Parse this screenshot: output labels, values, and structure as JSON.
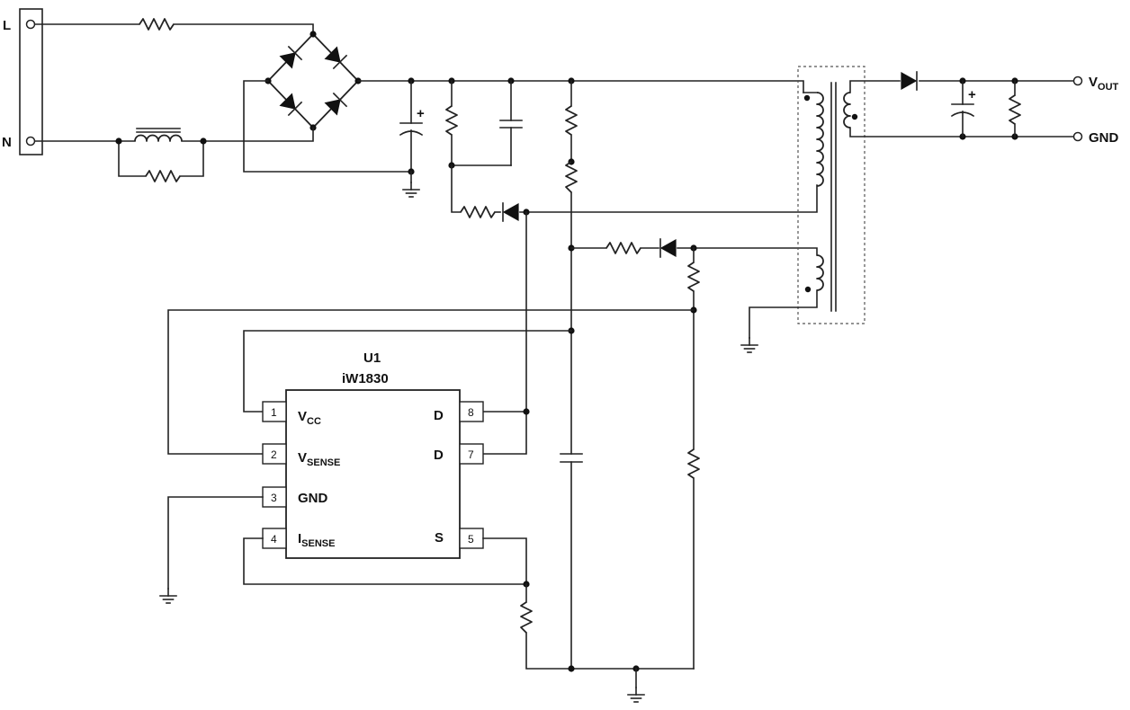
{
  "input": {
    "line_label": "L",
    "neutral_label": "N"
  },
  "output": {
    "vout_main": "V",
    "vout_sub": "OUT",
    "gnd_label": "GND"
  },
  "ic": {
    "ref": "U1",
    "part": "iW1830",
    "pins": [
      {
        "num": "1",
        "main": "V",
        "sub": "CC"
      },
      {
        "num": "2",
        "main": "V",
        "sub": "SENSE"
      },
      {
        "num": "3",
        "main": "GND",
        "sub": ""
      },
      {
        "num": "4",
        "main": "I",
        "sub": "SENSE"
      },
      {
        "num": "8",
        "main": "D",
        "sub": ""
      },
      {
        "num": "7",
        "main": "D",
        "sub": ""
      },
      {
        "num": "5",
        "main": "S",
        "sub": ""
      }
    ]
  },
  "markers": {
    "plus": "+"
  }
}
